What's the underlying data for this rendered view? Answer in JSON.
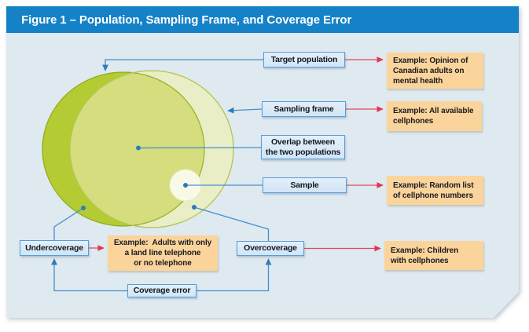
{
  "title": "Figure 1 – Population, Sampling Frame, and Coverage Error",
  "nodes": {
    "target_population": {
      "label": "Target population",
      "example": "Example: Opinion of\nCanadian adults on\nmental health"
    },
    "sampling_frame": {
      "label": "Sampling frame",
      "example": "Example: All available\ncellphones"
    },
    "overlap": {
      "label": "Overlap between\nthe two populations"
    },
    "sample": {
      "label": "Sample",
      "example": "Example: Random list\nof cellphone numbers"
    },
    "undercoverage": {
      "label": "Undercoverage",
      "example": "Example:  Adults with only\na land line telephone\nor no telephone"
    },
    "overcoverage": {
      "label": "Overcoverage",
      "example": "Example: Children\nwith cellphones"
    },
    "coverage_error": {
      "label": "Coverage error"
    }
  },
  "colors": {
    "title_bar": "#1581c6",
    "panel_bg": "#dfe9f0",
    "target_circle": "#b5cb33",
    "sampling_circle": "#e9eec6",
    "overlap_region": "#d5dd7e",
    "sample_circle": "#f8fae7",
    "label_box_fill": "#d9e8f7",
    "label_box_border": "#579ed4",
    "example_box_fill": "#fbd49b",
    "connector_blue": "#4590cc",
    "dot_blue": "#2e7cba",
    "arrow_red": "#e4475a"
  }
}
